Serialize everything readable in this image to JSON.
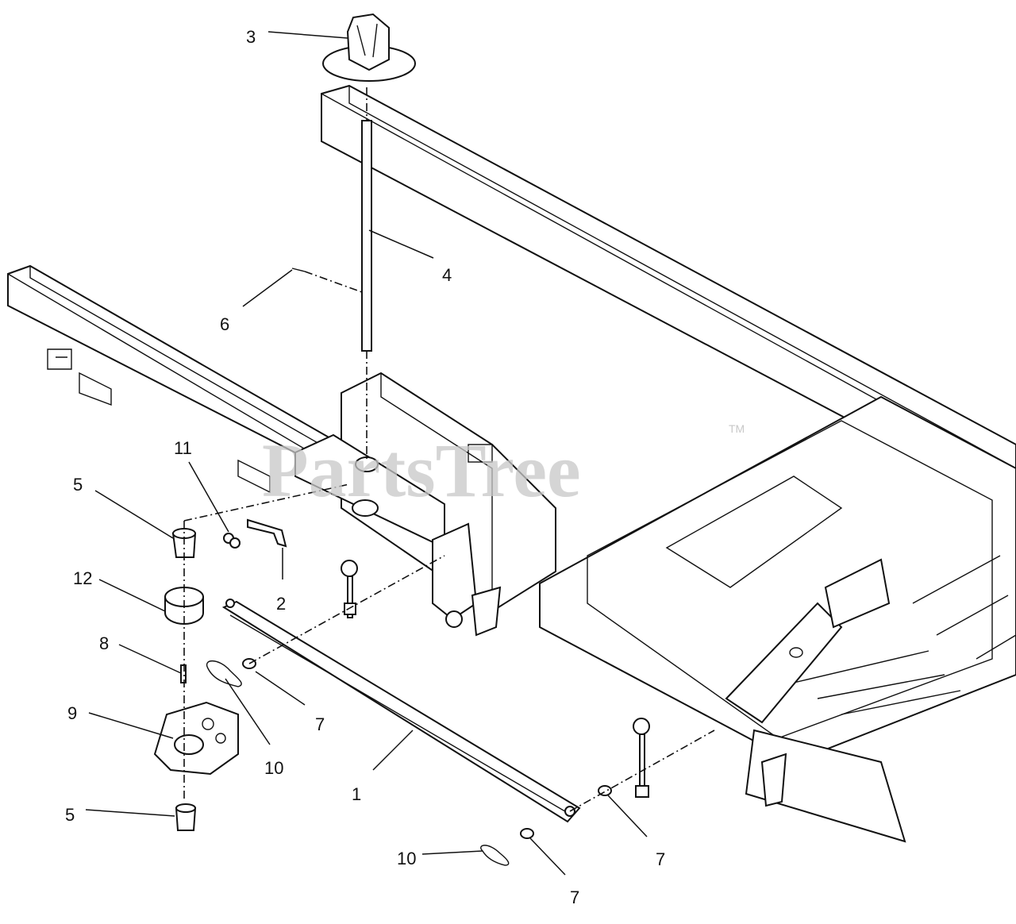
{
  "watermark": {
    "text": "PartsTree",
    "tm": "TM"
  },
  "callouts": [
    {
      "id": "c3a",
      "label": "3"
    },
    {
      "id": "c4",
      "label": "4"
    },
    {
      "id": "c6",
      "label": "6"
    },
    {
      "id": "c11",
      "label": "11"
    },
    {
      "id": "c5a",
      "label": "5"
    },
    {
      "id": "c2",
      "label": "2"
    },
    {
      "id": "c12",
      "label": "12"
    },
    {
      "id": "c8",
      "label": "8"
    },
    {
      "id": "c9",
      "label": "9"
    },
    {
      "id": "c7a",
      "label": "7"
    },
    {
      "id": "c10a",
      "label": "10"
    },
    {
      "id": "c1",
      "label": "1"
    },
    {
      "id": "c5b",
      "label": "5"
    },
    {
      "id": "c10b",
      "label": "10"
    },
    {
      "id": "c7b",
      "label": "7"
    },
    {
      "id": "c7c",
      "label": "7"
    }
  ]
}
